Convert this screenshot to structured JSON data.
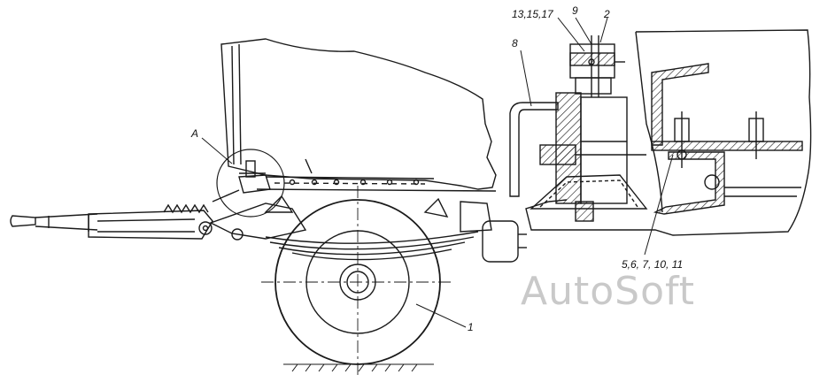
{
  "labels": {
    "view_a": "A",
    "wheel": "1",
    "pipe": "8",
    "top_group": "13,15,17",
    "top_9": "9",
    "top_2": "2",
    "bottom_group": "5,6,  7,  10,  11"
  },
  "watermark": "AutoSoft",
  "colors": {
    "line": "#1a1a1a",
    "watermark": "#c9c9c9"
  }
}
